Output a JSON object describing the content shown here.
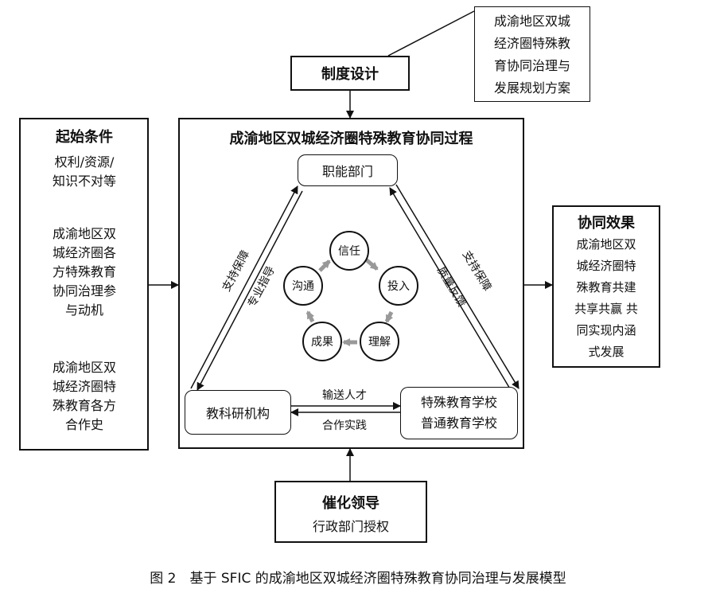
{
  "institution": {
    "title": "制度设计"
  },
  "plan": {
    "lines": [
      "成渝地区双城",
      "经济圈特殊教",
      "育协同治理与",
      "发展规划方案"
    ]
  },
  "start": {
    "title": "起始条件",
    "p1": [
      "权利/资源/",
      "知识不对等"
    ],
    "p2": [
      "成渝地区双",
      "城经济圈各",
      "方特殊教育",
      "协同治理参",
      "与动机"
    ],
    "p3": [
      "成渝地区双",
      "城经济圈特",
      "殊教育各方",
      "合作史"
    ]
  },
  "process": {
    "title": "成渝地区双城经济圈特殊教育协同过程",
    "func_dept": "职能部门",
    "research": "教科研机构",
    "schools": [
      "特殊教育学校",
      "普通教育学校"
    ],
    "cycle": {
      "trust": "信任",
      "invest": "投入",
      "understand": "理解",
      "result": "成果",
      "communicate": "沟通"
    },
    "left_outer": "支持保障",
    "left_inner": "专业指导",
    "right_outer": "支持保障",
    "right_inner": "质量反馈",
    "top_arrow": "输送人才",
    "bottom_arrow": "合作实践"
  },
  "effect": {
    "title": "协同效果",
    "lines": [
      "成渝地区双",
      "城经济圈特",
      "殊教育共建",
      "共享共赢 共",
      "同实现内涵",
      "式发展"
    ]
  },
  "lead": {
    "title": "催化领导",
    "sub": "行政部门授权"
  },
  "caption": "图 2　基于 SFIC 的成渝地区双城经济圈特殊教育协同治理与发展模型"
}
